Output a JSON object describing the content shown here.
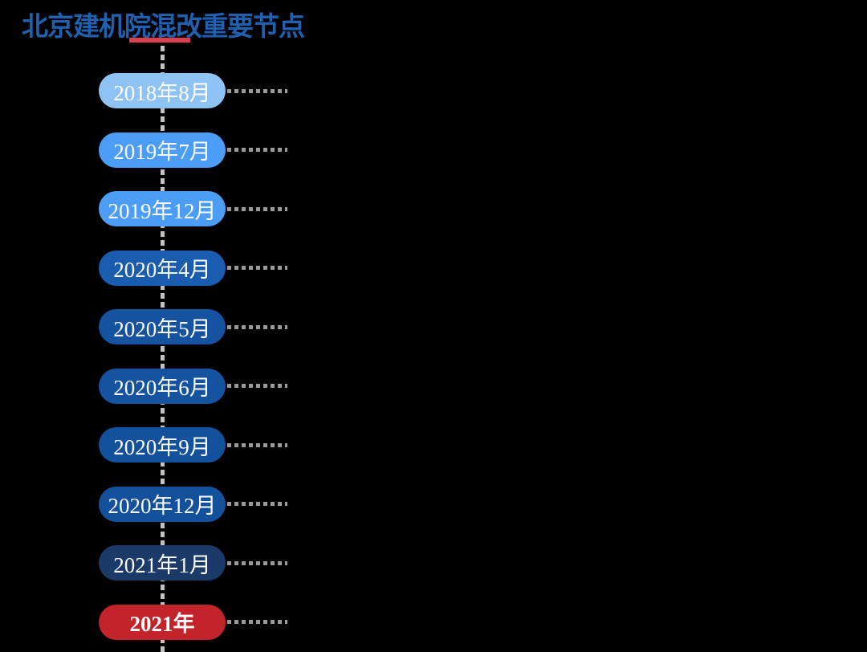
{
  "background_color": "#000000",
  "title": {
    "text": "北京建机院混改重要节点",
    "color": "#2060AE",
    "underline_color": "#D8404E"
  },
  "timeline": {
    "vertical_line_color": "#C2C2C2",
    "connector_color": "#9A9A9A",
    "text_color": "#FFFFFF",
    "nodes": [
      {
        "label": "2018年8月",
        "color": "#8FC3F5",
        "bold": false
      },
      {
        "label": "2019年7月",
        "color": "#4C9DF6",
        "bold": false
      },
      {
        "label": "2019年12月",
        "color": "#4C9DF6",
        "bold": false
      },
      {
        "label": "2020年4月",
        "color": "#1A5CAD",
        "bold": false
      },
      {
        "label": "2020年5月",
        "color": "#15529F",
        "bold": false
      },
      {
        "label": "2020年6月",
        "color": "#15529F",
        "bold": false
      },
      {
        "label": "2020年9月",
        "color": "#14519D",
        "bold": false
      },
      {
        "label": "2020年12月",
        "color": "#14519D",
        "bold": false
      },
      {
        "label": "2021年1月",
        "color": "#1C3A67",
        "bold": false
      },
      {
        "label": "2021年",
        "color": "#C3242B",
        "bold": true
      }
    ]
  }
}
